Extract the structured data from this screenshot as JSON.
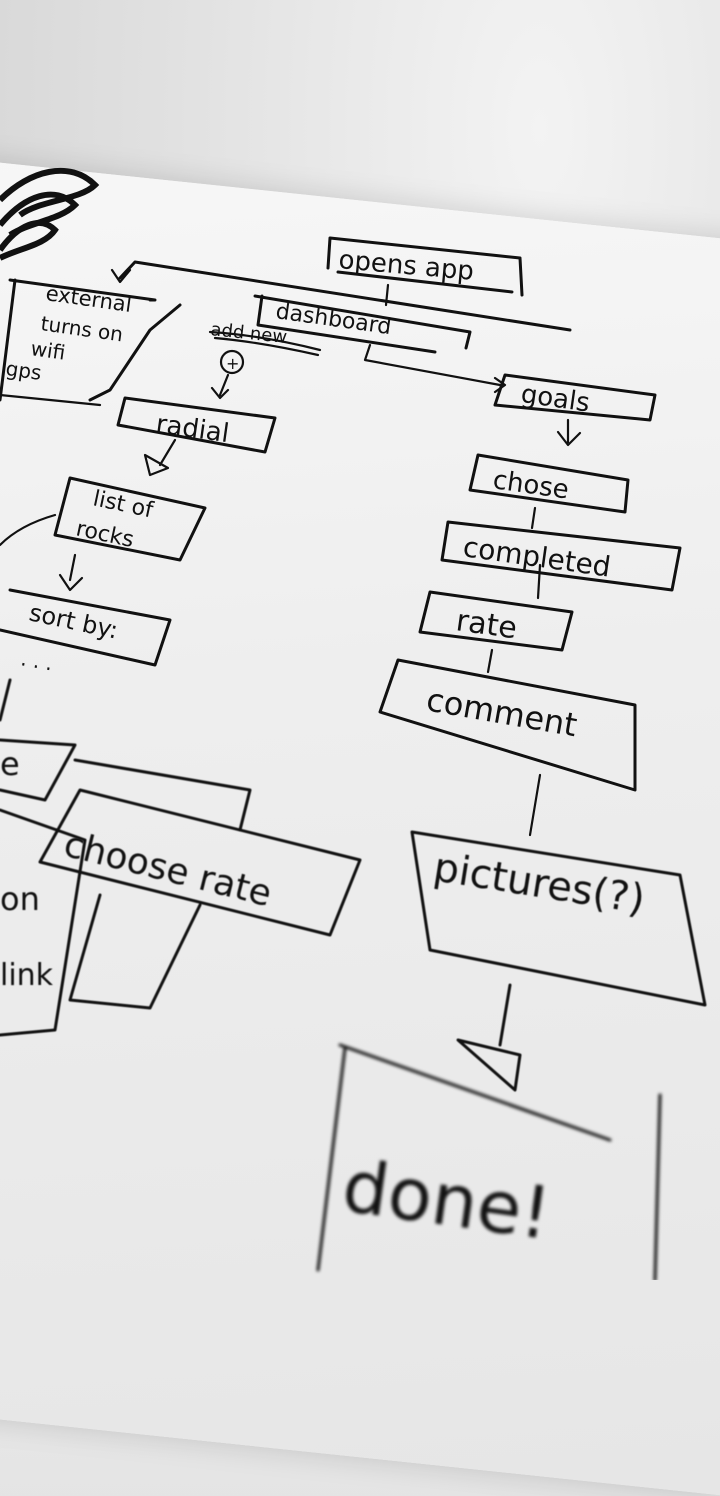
{
  "sketch": {
    "opens_app": "opens app",
    "external": "external",
    "turns_on": "turns on",
    "wifi": "wifi",
    "gps": "gps",
    "dashboard": "dashboard",
    "add_new": "add new",
    "plus": "+",
    "radial": "radial",
    "list_of": "list of",
    "rocks": "rocks",
    "sort_by": "sort by:",
    "ellipsis": ". . .",
    "goals": "goals",
    "chose": "chose",
    "completed": "completed",
    "rate": "rate",
    "comment": "comment",
    "pictures": "pictures(?)",
    "choose_rate": "choose rate",
    "done": "done!",
    "partial_e": "e",
    "partial_on": "on",
    "partial_link": "link"
  }
}
